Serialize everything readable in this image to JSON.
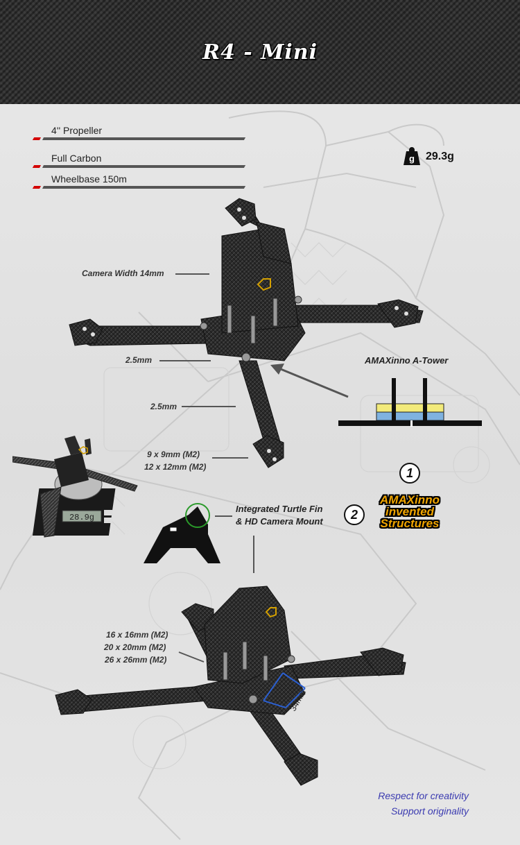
{
  "header": {
    "title": "R4 - Mini"
  },
  "specs": [
    {
      "label": "4'' Propeller"
    },
    {
      "label": "Full Carbon"
    },
    {
      "label": "Wheelbase 150m"
    }
  ],
  "weight": {
    "icon": "weight-icon",
    "icon_glyph": "g",
    "value": "29.3g"
  },
  "callouts": {
    "camera_width": "Camera Width 14mm",
    "plate1": "2.5mm",
    "plate2": "2.5mm",
    "mount_small_1": "9 x 9mm (M2)",
    "mount_small_2": "12 x 12mm (M2)",
    "tower": "AMAXinno A-Tower",
    "turtle_1": "Integrated Turtle Fin",
    "turtle_2": "& HD Camera Mount",
    "mount_big_1": "16 x 16mm (M2)",
    "mount_big_2": "20 x 20mm (M2)",
    "mount_big_3": "26 x 26mm (M2)",
    "dimension": "34mm"
  },
  "badges": {
    "one": "1",
    "two": "2"
  },
  "invented": {
    "line1": "AMAXinno",
    "line2": "invented",
    "line3": "Structures"
  },
  "scale_display": "28.9g",
  "footer": {
    "line1": "Respect for creativity",
    "line2": "Support originality"
  },
  "colors": {
    "accent_red": "#d40000",
    "tower_yellow": "#f2ea7a",
    "tower_blue": "#7fb2e0",
    "turtle_circle": "#2a9a2a",
    "footer_text": "#3a3ab0",
    "invented_orange": "#f0a500"
  }
}
